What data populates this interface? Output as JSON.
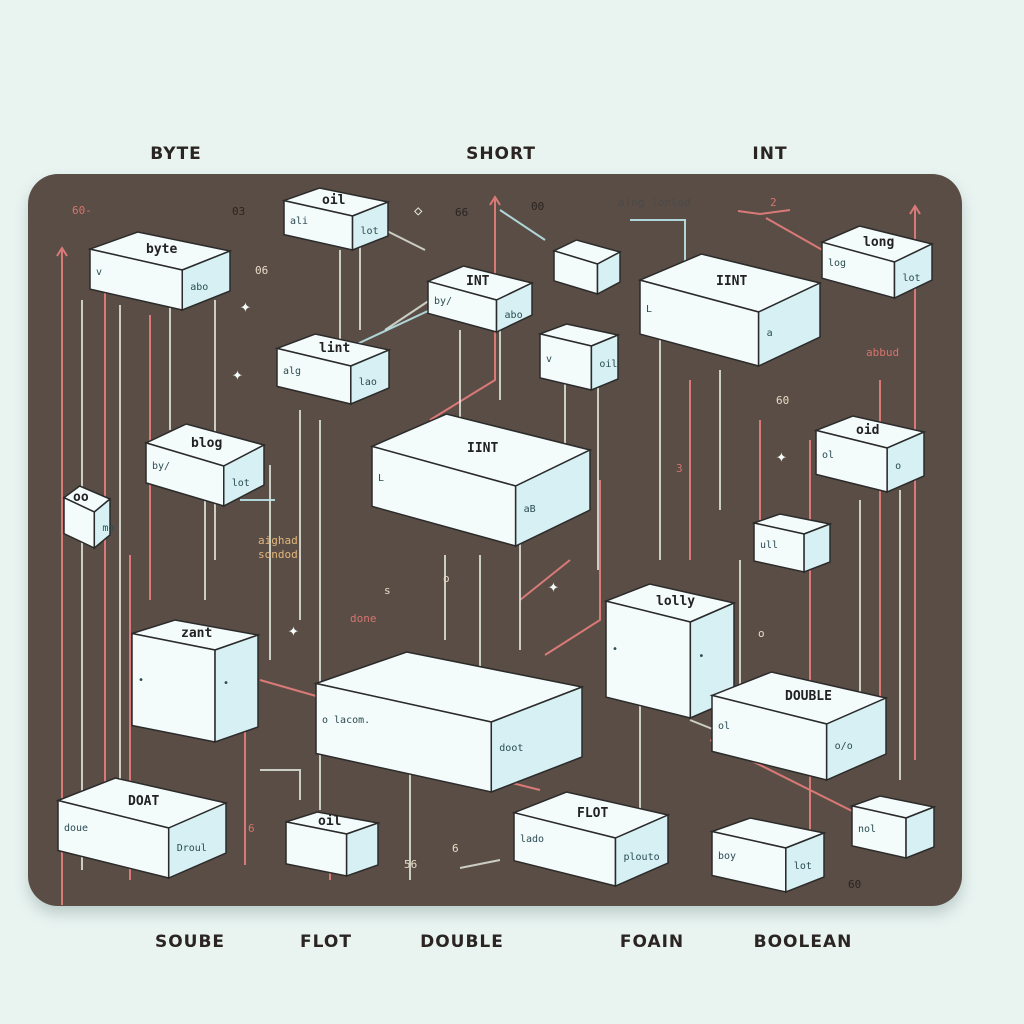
{
  "headers": {
    "top": [
      "BYTE",
      "SHORT",
      "INT"
    ],
    "bottom": [
      "SOUBE",
      "FLOT",
      "DOUBLE",
      "FOAIN",
      "BOOLEAN"
    ]
  },
  "blocks": {
    "byte_block": {
      "top": "byte",
      "side_a": "v",
      "side_b": "abo"
    },
    "small_top_block": {
      "top": "oil",
      "side_a": "ali",
      "side_b": "lot"
    },
    "int_small_block": {
      "top": "INT",
      "side_a": "by/",
      "side_b": "abo"
    },
    "tiny_block": {
      "top": "",
      "side_a": "",
      "side_b": ""
    },
    "int_large_block": {
      "top": "IINT",
      "side_a": "L",
      "side_b": "a"
    },
    "long_block": {
      "top": "long",
      "side_a": "log",
      "side_b": "lot"
    },
    "lint_block": {
      "top": "lint",
      "side_a": "alg",
      "side_b": "lao"
    },
    "small_b_block": {
      "top": "",
      "side_a": "v",
      "side_b": "oil"
    },
    "blog_block": {
      "top": "blog",
      "side_a": "by/",
      "side_b": "lot"
    },
    "int_center_block": {
      "top": "IINT",
      "side_a": "L",
      "side_b": "aB"
    },
    "right_mid_block": {
      "top": "oid",
      "side_a": "ol",
      "side_b": "o"
    },
    "left_tiny_block": {
      "top": "oo",
      "side_a": "",
      "side_b": "mo"
    },
    "right_small_block": {
      "top": "",
      "side_a": "ull",
      "side_b": ""
    },
    "cube_left_block": {
      "top": "zant",
      "side_a": "•",
      "side_b": "•"
    },
    "cube_right_block": {
      "top": "lolly",
      "side_a": "•",
      "side_b": "•"
    },
    "flat_center_block": {
      "top": "",
      "side_a": "o lacom.",
      "side_b": "doot"
    },
    "double_block": {
      "top": "DOUBLE",
      "side_a": "ol",
      "side_b": "o/o"
    },
    "doat_block": {
      "top": "DOAT",
      "side_a": "doue",
      "side_b": "Droul"
    },
    "small_bottom_block": {
      "top": "oil",
      "side_a": "",
      "side_b": ""
    },
    "flot_block": {
      "top": "FLOT",
      "side_a": "lado",
      "side_b": "plouto"
    },
    "boy_block": {
      "top": "",
      "side_a": "boy",
      "side_b": "lot"
    },
    "small_br_block": {
      "top": "",
      "side_a": "nol",
      "side_b": ""
    }
  },
  "notes": {
    "n_60_left": "60-",
    "n_03": "03",
    "n_66": "66",
    "n_00": "00",
    "n_alng": "alng lonlod",
    "n_abbud": "abbud",
    "n_06": "06",
    "n_60_right": "60",
    "n_signed": "aighad\nsondod",
    "n_done": "done",
    "n_s": "s",
    "n_o_mid": "o",
    "n_3_right": "3",
    "n_o_right": "o",
    "n_6_bottom": "6",
    "n_56": "56",
    "n_6_mid": "6",
    "n_60_bottom": "60",
    "n_2": "2"
  },
  "colors": {
    "board": "#5a4d45",
    "box_front": "#f4fbfb",
    "box_side": "#d6f0f3",
    "wire_red": "#d97a78",
    "wire_light": "#e8efe6",
    "wire_blue": "#b9e6ea",
    "label_red": "#d6746f",
    "label_dark": "#2a2422"
  }
}
